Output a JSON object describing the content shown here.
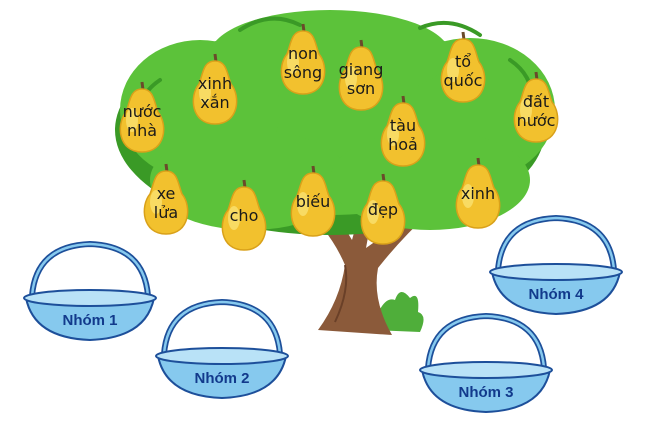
{
  "words": [
    {
      "id": "nuoc-nha",
      "text": "nước\nnhà"
    },
    {
      "id": "xinh-xan",
      "text": "xinh\nxắn"
    },
    {
      "id": "non-song",
      "text": "non\nsông"
    },
    {
      "id": "giang-son",
      "text": "giang\nsơn"
    },
    {
      "id": "to-quoc",
      "text": "tổ\nquốc"
    },
    {
      "id": "dat-nuoc",
      "text": "đất\nnước"
    },
    {
      "id": "tau-hoa",
      "text": "tàu\nhoả"
    },
    {
      "id": "xe-lua",
      "text": "xe\nlửa"
    },
    {
      "id": "cho",
      "text": "cho"
    },
    {
      "id": "bieu",
      "text": "biếu"
    },
    {
      "id": "dep",
      "text": "đẹp"
    },
    {
      "id": "xinh",
      "text": "xinh"
    }
  ],
  "baskets": [
    {
      "id": "nhom-1",
      "label": "Nhóm 1"
    },
    {
      "id": "nhom-2",
      "label": "Nhóm 2"
    },
    {
      "id": "nhom-3",
      "label": "Nhóm 3"
    },
    {
      "id": "nhom-4",
      "label": "Nhóm 4"
    }
  ],
  "colors": {
    "leaf": "#5cc23a",
    "leaf_dark": "#3a9a26",
    "trunk": "#8b5a3a",
    "pear": "#f2c12e",
    "pear_light": "#fbe57a",
    "basket_rim": "#1d4f9a",
    "basket_fill": "#86c9ee"
  }
}
